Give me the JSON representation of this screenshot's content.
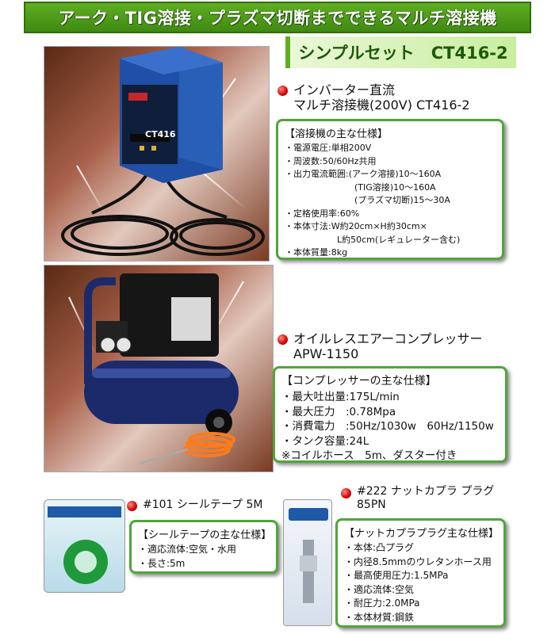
{
  "header": {
    "banner": "アーク・TIG溶接・プラズマ切断までできるマルチ溶接機",
    "subtitle": "シンプルセット　CT416-2"
  },
  "welder": {
    "title_lines": [
      "インバーター直流",
      "マルチ溶接機(200V) CT416-2"
    ],
    "panel_label": "CT416",
    "spec_header": "【溶接機の主な仕様】",
    "spec_lines": [
      "・電源電圧:単相200V",
      "・周波数:50/60Hz共用",
      "・出力電流範囲:(アーク溶接)10～160A",
      "　　　　　　　　(TIG溶接)10～160A",
      "　　　　　　　　(プラズマ切断)15～30A",
      "・定格使用率:60%",
      "・本体寸法:W約20cm×H約30cm×",
      "　　　　　　L約50cm(レギュレーター含む)",
      "・本体質量:8kg"
    ]
  },
  "compressor": {
    "title_lines": [
      "オイルレスエアーコンプレッサー",
      "APW-1150"
    ],
    "spec_header": "【コンプレッサーの主な仕様】",
    "spec_lines": [
      "・最大吐出量:175L/min",
      "・最大圧力　:0.78Mpa",
      "・消費電力　:50Hz/1030w　60Hz/1150w",
      "・タンク容量:24L",
      "※コイルホース　5m、ダスター付き"
    ]
  },
  "tape": {
    "title_lines": [
      "#101 シールテープ 5M"
    ],
    "spec_header": "【シールテープの主な仕様】",
    "spec_lines": [
      "・適応流体:空気・水用",
      "・長さ:5m"
    ]
  },
  "plug": {
    "title_lines": [
      "#222 ナットカプラ プラグ",
      "85PN"
    ],
    "spec_header": "【ナットカプラプラグ主な仕様】",
    "spec_lines": [
      "・本体:凸プラグ",
      "・内径8.5mmのウレタンホース用",
      "・最高使用圧力:1.5MPa",
      "・適応流体:空気",
      "・耐圧力:2.0MPa",
      "・本体材質:鋼鉄"
    ]
  },
  "colors": {
    "accent_green": "#5fae22",
    "box_border": "#4fa63a",
    "bullet_red": "#d40000",
    "welder_blue": "#2a5fb8",
    "compressor_navy": "#1b2a6b"
  }
}
